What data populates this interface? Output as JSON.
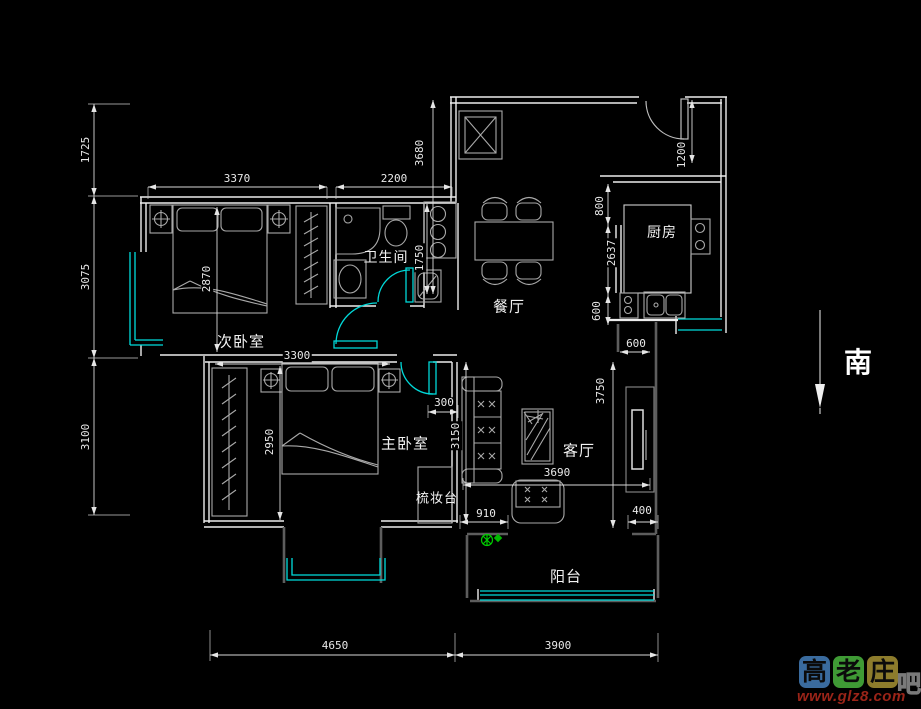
{
  "meta": {
    "drawing_type": "apartment floor plan"
  },
  "rooms": [
    {
      "label": "次卧室"
    },
    {
      "label": "卫生间"
    },
    {
      "label": "餐厅"
    },
    {
      "label": "厨房"
    },
    {
      "label": "主卧室"
    },
    {
      "label": "梳妆台"
    },
    {
      "label": "客厅"
    },
    {
      "label": "阳台"
    }
  ],
  "dims": [
    "3370",
    "2200",
    "1725",
    "3075",
    "3100",
    "3680",
    "1750",
    "2870",
    "1200",
    "800",
    "2637",
    "600",
    "3300",
    "600",
    "3750",
    "300",
    "3150",
    "2950",
    "3690",
    "910",
    "400",
    "4650",
    "3900"
  ],
  "compass": {
    "label": "南"
  },
  "watermark": {
    "tile1": "高",
    "tile2": "老",
    "tile3": "庄",
    "suffix": "吧",
    "url": "www.glz8.com"
  },
  "colors": {
    "background": "#000000",
    "wall": "#ededed",
    "secondary_wall": "#5d5d5d",
    "fixture": "#a9a9a9",
    "window_door": "#00dddd",
    "plant": "#00cc00",
    "watermark_url": "#9b2418"
  }
}
